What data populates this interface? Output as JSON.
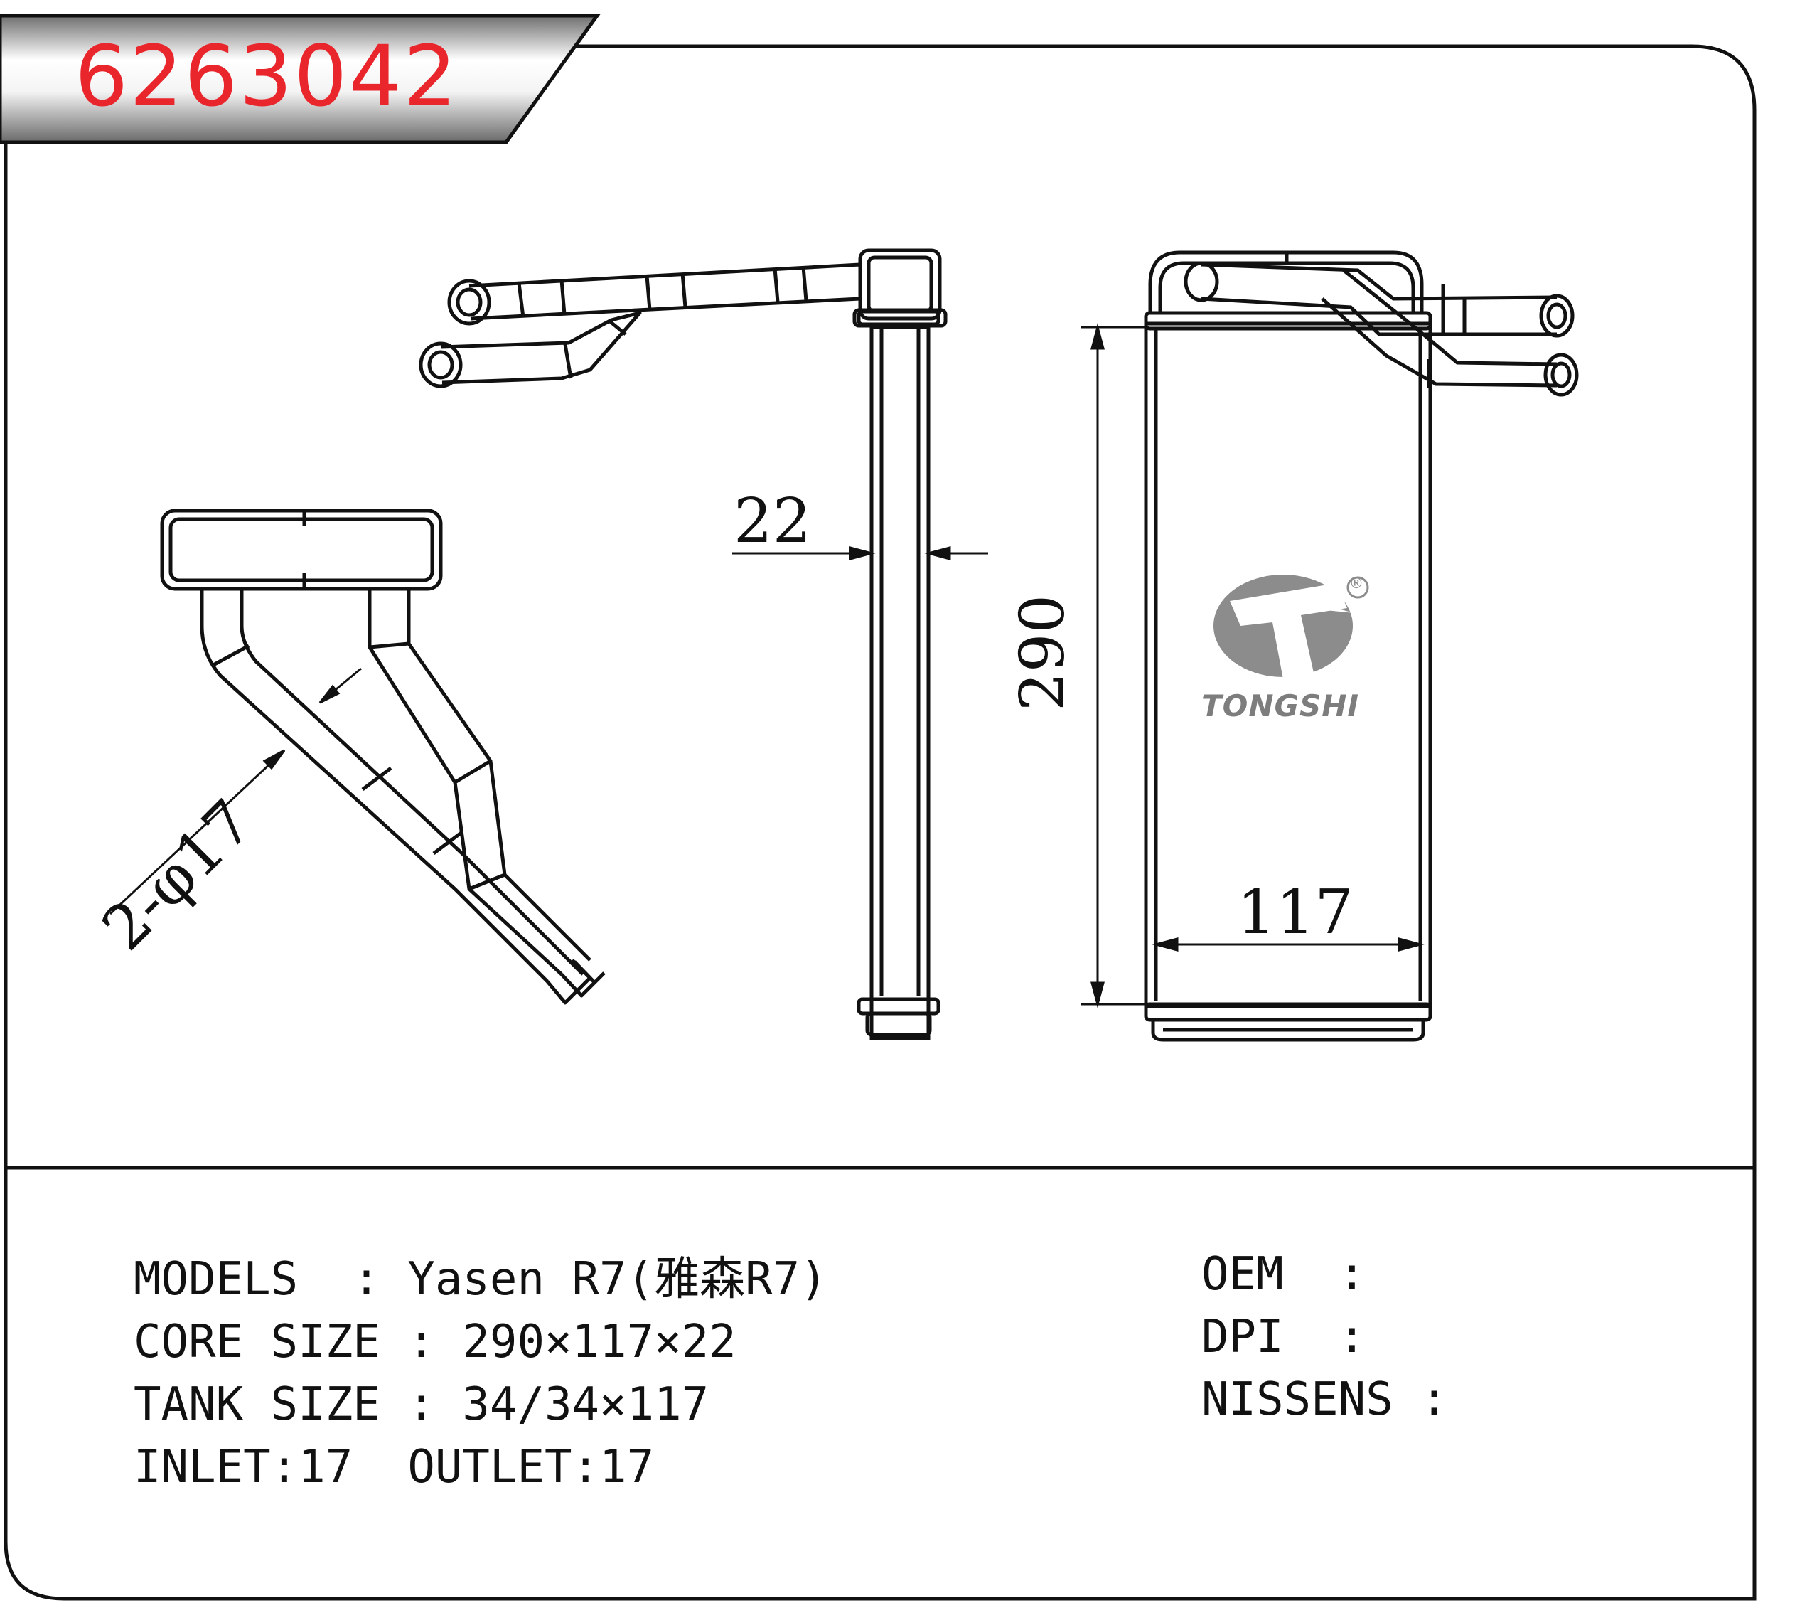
{
  "header": {
    "part_number": "6263042"
  },
  "dimensions": {
    "thickness": "22",
    "height": "290",
    "width": "117",
    "pipe": "2-φ17"
  },
  "brand": {
    "name": "TONGSHI",
    "registered": "®"
  },
  "specs": {
    "models": "MODELS  : Yasen R7(雅森R7)",
    "core_size": "CORE SIZE : 290×117×22",
    "tank_size": "TANK SIZE : 34/34×117",
    "inlet_outlet": "INLET:17  OUTLET:17"
  },
  "references": {
    "oem": "OEM  :",
    "dpi": "DPI  :",
    "nissens": "NISSENS :"
  },
  "colors": {
    "part_number": "#e8262c",
    "line": "#111111",
    "logo": "#8c8c8c"
  }
}
